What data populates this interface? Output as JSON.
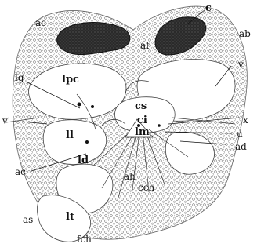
{
  "labels": {
    "c": "c",
    "ab": "ab",
    "ac_top": "ac",
    "af": "af",
    "lg": "lg",
    "lpc": "lpc",
    "v": "v",
    "cs": "cs",
    "ci": "ci",
    "x": "x",
    "v_prime": "v'",
    "ll": "ll",
    "lm": "lm",
    "u": "u",
    "ad": "ad",
    "ld": "ld",
    "ac_bottom": "ac",
    "ah": "ah",
    "cch": "cch",
    "as": "as",
    "lt": "lt",
    "fch": "fch"
  }
}
